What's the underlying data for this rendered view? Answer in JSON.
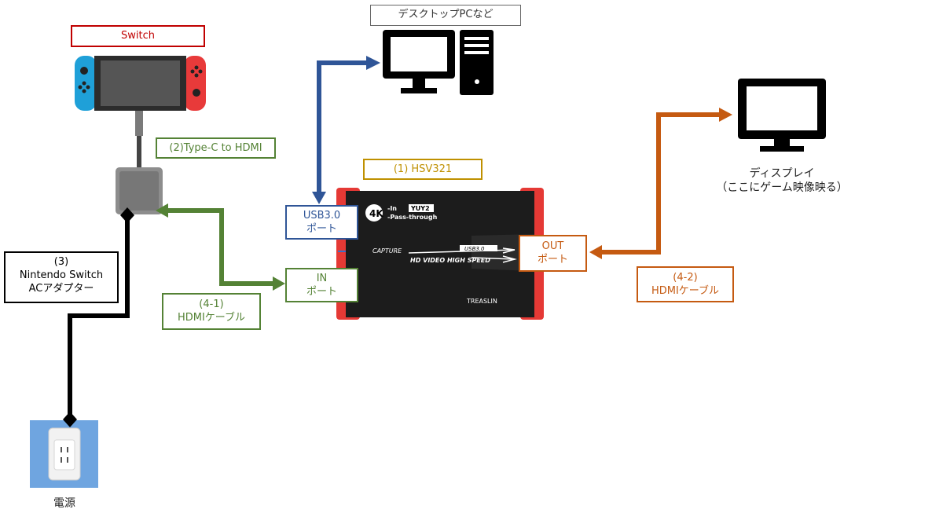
{
  "labels": {
    "switch": "Switch",
    "desktop_pc": "デスクトップPCなど",
    "typec": "(2)Type-C to HDMI",
    "hsv": "(1) HSV321",
    "usb_port": "USB3.0\nポート",
    "in_port": "IN\nポート",
    "out_port": "OUT\nポート",
    "ac_adapter": "(3)\nNintendo Switch\nACアダプター",
    "hdmi_cable_1": "(4-1)\nHDMIケーブル",
    "hdmi_cable_2": "(4-2)\nHDMIケーブル",
    "display": "ディスプレイ\n（ここにゲーム映像映る）",
    "power": "電源"
  },
  "device_text": {
    "k4": "4K",
    "in_line": "-In",
    "yuy": "YUY2",
    "pass": "-Pass-through",
    "capture": "CAPTURE",
    "usb": "USB3.0",
    "hd": "HD VIDEO HIGH SPEED",
    "brand": "TREASLIN"
  },
  "colors": {
    "red_label": "#c00000",
    "green": "#548235",
    "blue": "#2f5597",
    "orange": "#c55a11",
    "gold": "#bf9000",
    "black": "#000000",
    "outlet_bg": "#6fa5e0"
  }
}
